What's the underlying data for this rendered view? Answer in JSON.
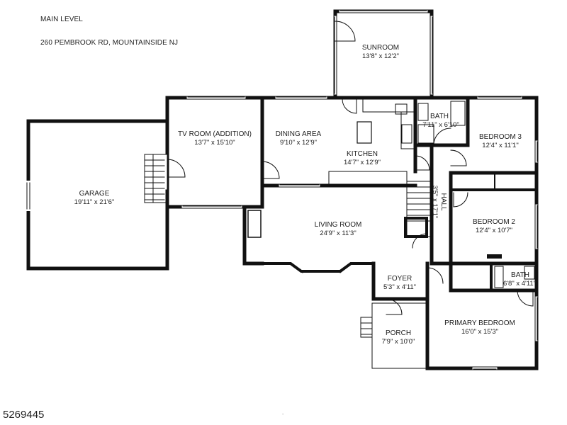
{
  "header": {
    "level": "MAIN LEVEL",
    "address": "260 PEMBROOK RD, MOUNTAINSIDE NJ"
  },
  "rooms": {
    "sunroom": {
      "name": "SUNROOM",
      "dim": "13'8\" x 12'2\""
    },
    "tv_room": {
      "name": "TV ROOM (ADDITION)",
      "dim": "13'7\" x 15'10\""
    },
    "dining_area": {
      "name": "DINING AREA",
      "dim": "9'10\" x 12'9\""
    },
    "kitchen": {
      "name": "KITCHEN",
      "dim": "14'7\" x 12'9\""
    },
    "bath_1": {
      "name": "BATH",
      "dim": "7'11\" x 6'10\""
    },
    "bedroom_3": {
      "name": "BEDROOM 3",
      "dim": "12'4\" x 11'1\""
    },
    "garage": {
      "name": "GARAGE",
      "dim": "19'11\" x 21'6\""
    },
    "hall": {
      "name": "HALL",
      "dim": "3'5\" x 17'1\""
    },
    "living_room": {
      "name": "LIVING ROOM",
      "dim": "24'9\" x 11'3\""
    },
    "bedroom_2": {
      "name": "BEDROOM 2",
      "dim": "12'4\" x 10'7\""
    },
    "foyer": {
      "name": "FOYER",
      "dim": "5'3\" x 4'11\""
    },
    "bath_2": {
      "name": "BATH",
      "dim": "6'8\" x 4'11\""
    },
    "primary_bedroom": {
      "name": "PRIMARY BEDROOM",
      "dim": "16'0\" x 15'3\""
    },
    "porch": {
      "name": "PORCH",
      "dim": "7'9\" x 10'0\""
    }
  },
  "listing_id": "5269445",
  "footer_mark": "."
}
